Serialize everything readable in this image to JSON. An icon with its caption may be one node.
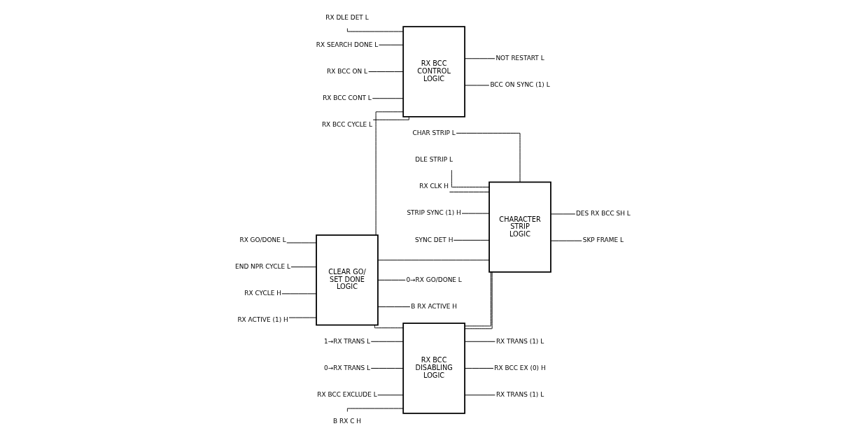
{
  "diagram": {
    "nodes": [
      {
        "text": [
          "RX BCC CONTROL LOGIC"
        ]
      },
      {
        "text": [
          "RX DLE DET L"
        ]
      },
      {
        "text": [
          "RX SEARCH DONE L"
        ]
      },
      {
        "text": [
          "RX BCC ON L"
        ]
      },
      {
        "text": [
          "RX BCC CONT L"
        ]
      },
      {
        "text": [
          "RX BCC CYCLE L"
        ]
      },
      {
        "text": [
          "NOT RESTART L"
        ]
      },
      {
        "text": [
          "BCC ON SYNC (1) L"
        ]
      },
      {
        "text": [
          "CLEAR GO/ SET DONE LOGIC"
        ]
      },
      {
        "text": [
          "RX GO/DONE L"
        ]
      },
      {
        "text": [
          "END NPR CYCLE L"
        ]
      },
      {
        "text": [
          "RX CYCLE H"
        ]
      },
      {
        "text": [
          "RX ACTIVE (1) H"
        ]
      },
      {
        "text": [
          "0→RX GO/DONE L"
        ]
      },
      {
        "text": [
          "B RX ACTIVE H"
        ]
      },
      {
        "text": [
          "RX BCC DISABLING LOGIC"
        ]
      },
      {
        "text": [
          "1→RX TRANS L"
        ]
      },
      {
        "text": [
          "0→RX TRANS L"
        ]
      },
      {
        "text": [
          "RX BCC EXCLUDE L"
        ]
      },
      {
        "text": [
          "B RX C H"
        ]
      },
      {
        "text": [
          "RX TRANS (1) L"
        ]
      },
      {
        "text": [
          "RX BCC EX (0) H"
        ]
      },
      {
        "text": [
          "RX TRANS (1) L"
        ]
      },
      {
        "text": [
          "CHARACTER STRIP LOGIC"
        ]
      },
      {
        "text": [
          "STRIP SYNC (1) H"
        ]
      },
      {
        "text": [
          "SYNC DET H"
        ]
      },
      {
        "text": [
          "CHAR STRIP L"
        ]
      },
      {
        "text": [
          "DLE STRIP L"
        ]
      },
      {
        "text": [
          "RX CLK H"
        ]
      },
      {
        "text": [
          "DES RX BCC SH L"
        ]
      },
      {
        "text": [
          "SKP FRAME L"
        ]
      }
    ],
    "edges": [
      {
        "from": 1,
        "to": 0,
        "arrow": "none"
      },
      {
        "from": 2,
        "to": 0,
        "arrow": "none"
      },
      {
        "from": 3,
        "to": 0,
        "arrow": "none"
      },
      {
        "from": 4,
        "to": 0,
        "arrow": "none"
      },
      {
        "from": 5,
        "to": 0,
        "arrow": "none"
      },
      {
        "from": 0,
        "to": 6,
        "arrow": "none"
      },
      {
        "from": 0,
        "to": 7,
        "arrow": "none"
      },
      {
        "from": 9,
        "to": 8,
        "arrow": "none"
      },
      {
        "from": 10,
        "to": 8,
        "arrow": "none"
      },
      {
        "from": 11,
        "to": 8,
        "arrow": "none"
      },
      {
        "from": 12,
        "to": 8,
        "arrow": "none"
      },
      {
        "from": 8,
        "to": 13,
        "arrow": "none"
      },
      {
        "from": 8,
        "to": 14,
        "arrow": "none"
      },
      {
        "from": 8,
        "to": 0,
        "arrow": "none"
      },
      {
        "from": 8,
        "to": 15,
        "arrow": "none"
      },
      {
        "from": 8,
        "to": 23,
        "arrow": "none"
      },
      {
        "from": 16,
        "to": 15,
        "arrow": "none"
      },
      {
        "from": 17,
        "to": 15,
        "arrow": "none"
      },
      {
        "from": 18,
        "to": 15,
        "arrow": "none"
      },
      {
        "from": 19,
        "to": 15,
        "arrow": "none"
      },
      {
        "from": 15,
        "to": 23,
        "arrow": "none"
      },
      {
        "from": 15,
        "to": 23,
        "arrow": "none"
      },
      {
        "from": 15,
        "to": 20,
        "arrow": "none"
      },
      {
        "from": 15,
        "to": 21,
        "arrow": "none"
      },
      {
        "from": 15,
        "to": 22,
        "arrow": "none"
      },
      {
        "from": 24,
        "to": 23,
        "arrow": "none"
      },
      {
        "from": 25,
        "to": 23,
        "arrow": "none"
      },
      {
        "from": 26,
        "to": 23,
        "arrow": "none"
      },
      {
        "from": 27,
        "to": 23,
        "arrow": "none"
      },
      {
        "from": 28,
        "to": 23,
        "arrow": "none"
      },
      {
        "from": 23,
        "to": 29,
        "arrow": "none"
      },
      {
        "from": 23,
        "to": 30,
        "arrow": "none"
      }
    ]
  }
}
